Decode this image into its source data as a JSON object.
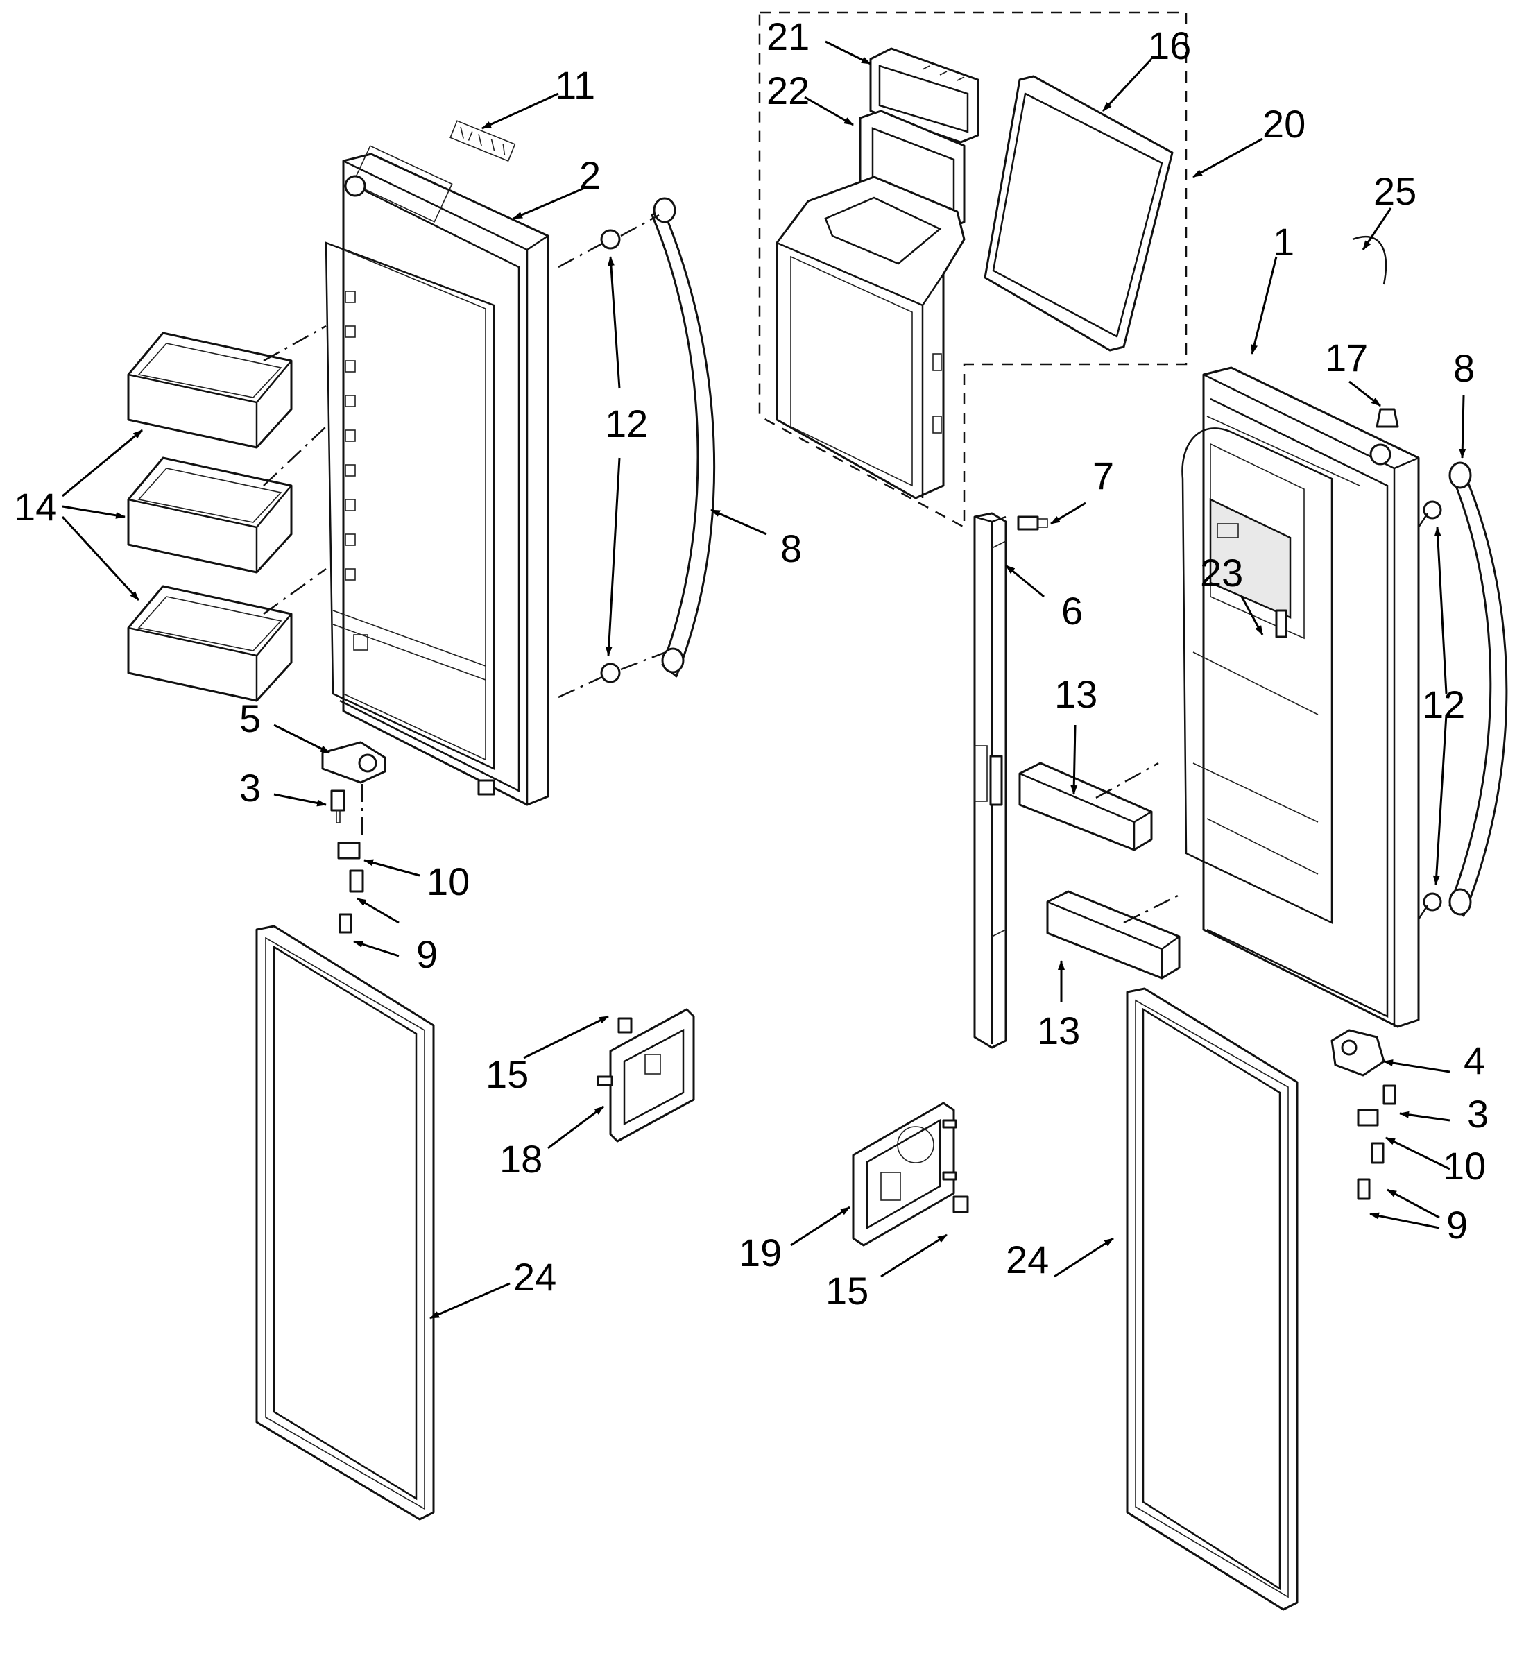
{
  "callouts": {
    "c1": "1",
    "c2": "2",
    "c3_left": "3",
    "c3_right": "3",
    "c4": "4",
    "c5": "5",
    "c6": "6",
    "c7": "7",
    "c8_left": "8",
    "c8_right": "8",
    "c9_left": "9",
    "c9_right": "9",
    "c10_left": "10",
    "c10_right": "10",
    "c11": "11",
    "c12_left": "12",
    "c12_right": "12",
    "c13_upper": "13",
    "c13_lower": "13",
    "c14": "14",
    "c15_left": "15",
    "c15_right": "15",
    "c16": "16",
    "c17": "17",
    "c18": "18",
    "c19": "19",
    "c20": "20",
    "c21": "21",
    "c22": "22",
    "c23": "23",
    "c24_left": "24",
    "c24_right": "24",
    "c25": "25"
  },
  "colors": {
    "line": "#111111",
    "background": "#ffffff"
  }
}
